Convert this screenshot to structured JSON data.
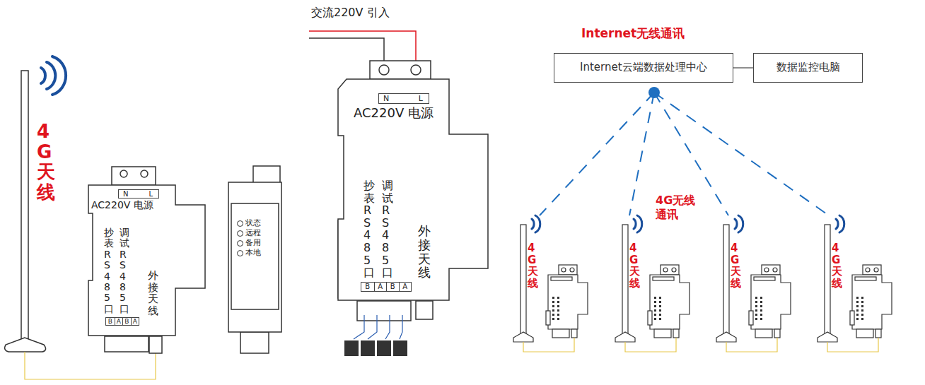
{
  "diagram": {
    "nodes": [
      {
        "text": [
          "AC220V 电源",
          "抄表RS485口",
          "调试RS485口",
          "外接天线"
        ]
      },
      {
        "text": [
          "N",
          "L"
        ],
        "in": 0
      },
      {
        "text": [
          "B",
          "A",
          "B",
          "A"
        ],
        "in": 0
      },
      {
        "text": [
          "状态",
          "远程",
          "备用",
          "本地"
        ]
      },
      {
        "text": [
          "AC220V 电源",
          "抄表RS485口",
          "调试RS485口",
          "外接天线"
        ]
      },
      {
        "text": [
          "N",
          "L"
        ],
        "in": 4
      },
      {
        "text": [
          "B",
          "A",
          "B",
          "A"
        ],
        "in": 4
      },
      {
        "text": [
          "Internet云端数据处理中心"
        ]
      },
      {
        "text": [
          "数据监控电脑"
        ]
      }
    ],
    "edges": [
      {
        "from": 7,
        "to": 8,
        "arrow": "none"
      }
    ],
    "labels": [
      "4G天线",
      "交流220V 引入",
      "Internet无线通讯",
      "4G无线通讯",
      "4G天线",
      "4G天线",
      "4G天线",
      "4G天线"
    ]
  }
}
